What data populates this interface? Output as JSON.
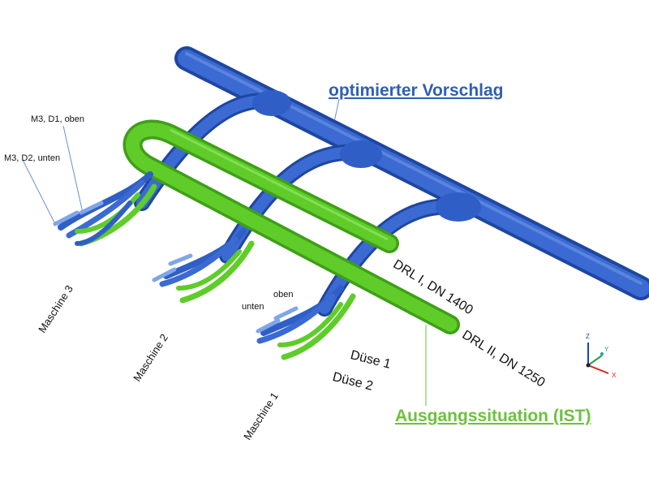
{
  "colors": {
    "blue_pipe": "#2f5fc6",
    "blue_pipe_dark": "#1f46a0",
    "blue_label": "#2f5fb3",
    "green_pipe": "#5fcc2a",
    "green_pipe_dark": "#3f9f18",
    "green_label": "#6cc23a",
    "axis_x": "#e02020",
    "axis_y": "#20a050",
    "axis_z": "#2040c0"
  },
  "labels": {
    "optimized": "optimierter Vorschlag",
    "initial": "Ausgangssituation (IST)",
    "m3_d1": "M3, D1, oben",
    "m3_d2": "M3, D2, unten",
    "maschine3": "Maschine 3",
    "maschine2": "Maschine 2",
    "maschine1": "Maschine 1",
    "oben": "oben",
    "unten": "unten",
    "duese1": "Düse 1",
    "duese2": "Düse 2",
    "drl1": "DRL I, DN 1400",
    "drl2": "DRL II, DN 1250"
  },
  "axes": {
    "x": "X",
    "y": "Y",
    "z": "Z"
  }
}
